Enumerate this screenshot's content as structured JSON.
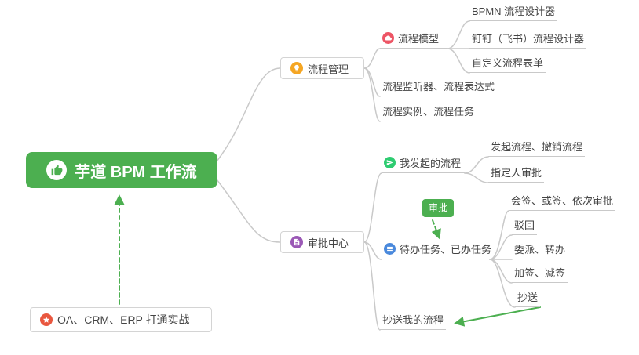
{
  "root": {
    "label": "芋道 BPM 工作流"
  },
  "process_mgmt": {
    "label": "流程管理",
    "model": {
      "label": "流程模型"
    },
    "bpmn": {
      "label": "BPMN 流程设计器"
    },
    "dingtalk": {
      "label": "钉钉（飞书）流程设计器"
    },
    "custom_form": {
      "label": "自定义流程表单"
    },
    "listener": {
      "label": "流程监听器、流程表达式"
    },
    "instance": {
      "label": "流程实例、流程任务"
    }
  },
  "approval_center": {
    "label": "审批中心",
    "my_initiated": {
      "label": "我发起的流程"
    },
    "initiate_cancel": {
      "label": "发起流程、撤销流程"
    },
    "assignee": {
      "label": "指定人审批"
    },
    "approval_badge": {
      "label": "审批"
    },
    "todo_done": {
      "label": "待办任务、已办任务"
    },
    "countersign": {
      "label": "会签、或签、依次审批"
    },
    "reject": {
      "label": "驳回"
    },
    "delegate": {
      "label": "委派、转办"
    },
    "add_sign": {
      "label": "加签、减签"
    },
    "cc": {
      "label": "抄送"
    },
    "cc_my_process": {
      "label": "抄送我的流程"
    }
  },
  "practice": {
    "label": "OA、CRM、ERP 打通实战"
  },
  "icons": {
    "root": "thumbs-up-icon",
    "process_mgmt": "lightbulb-icon",
    "model": "cloud-icon",
    "approval_center": "document-icon",
    "my_initiated": "send-icon",
    "todo_done": "list-icon",
    "practice": "star-icon"
  },
  "colors": {
    "root_bg": "#4CAF50",
    "arrow_green": "#4CAF50",
    "line_gray": "#C9C9C9",
    "icon_orange": "#F5A623",
    "icon_red": "#ED5565",
    "icon_green": "#2ECC71",
    "icon_blue": "#4A89DC",
    "icon_purple": "#9B59B6",
    "icon_star_red": "#E9573F"
  }
}
